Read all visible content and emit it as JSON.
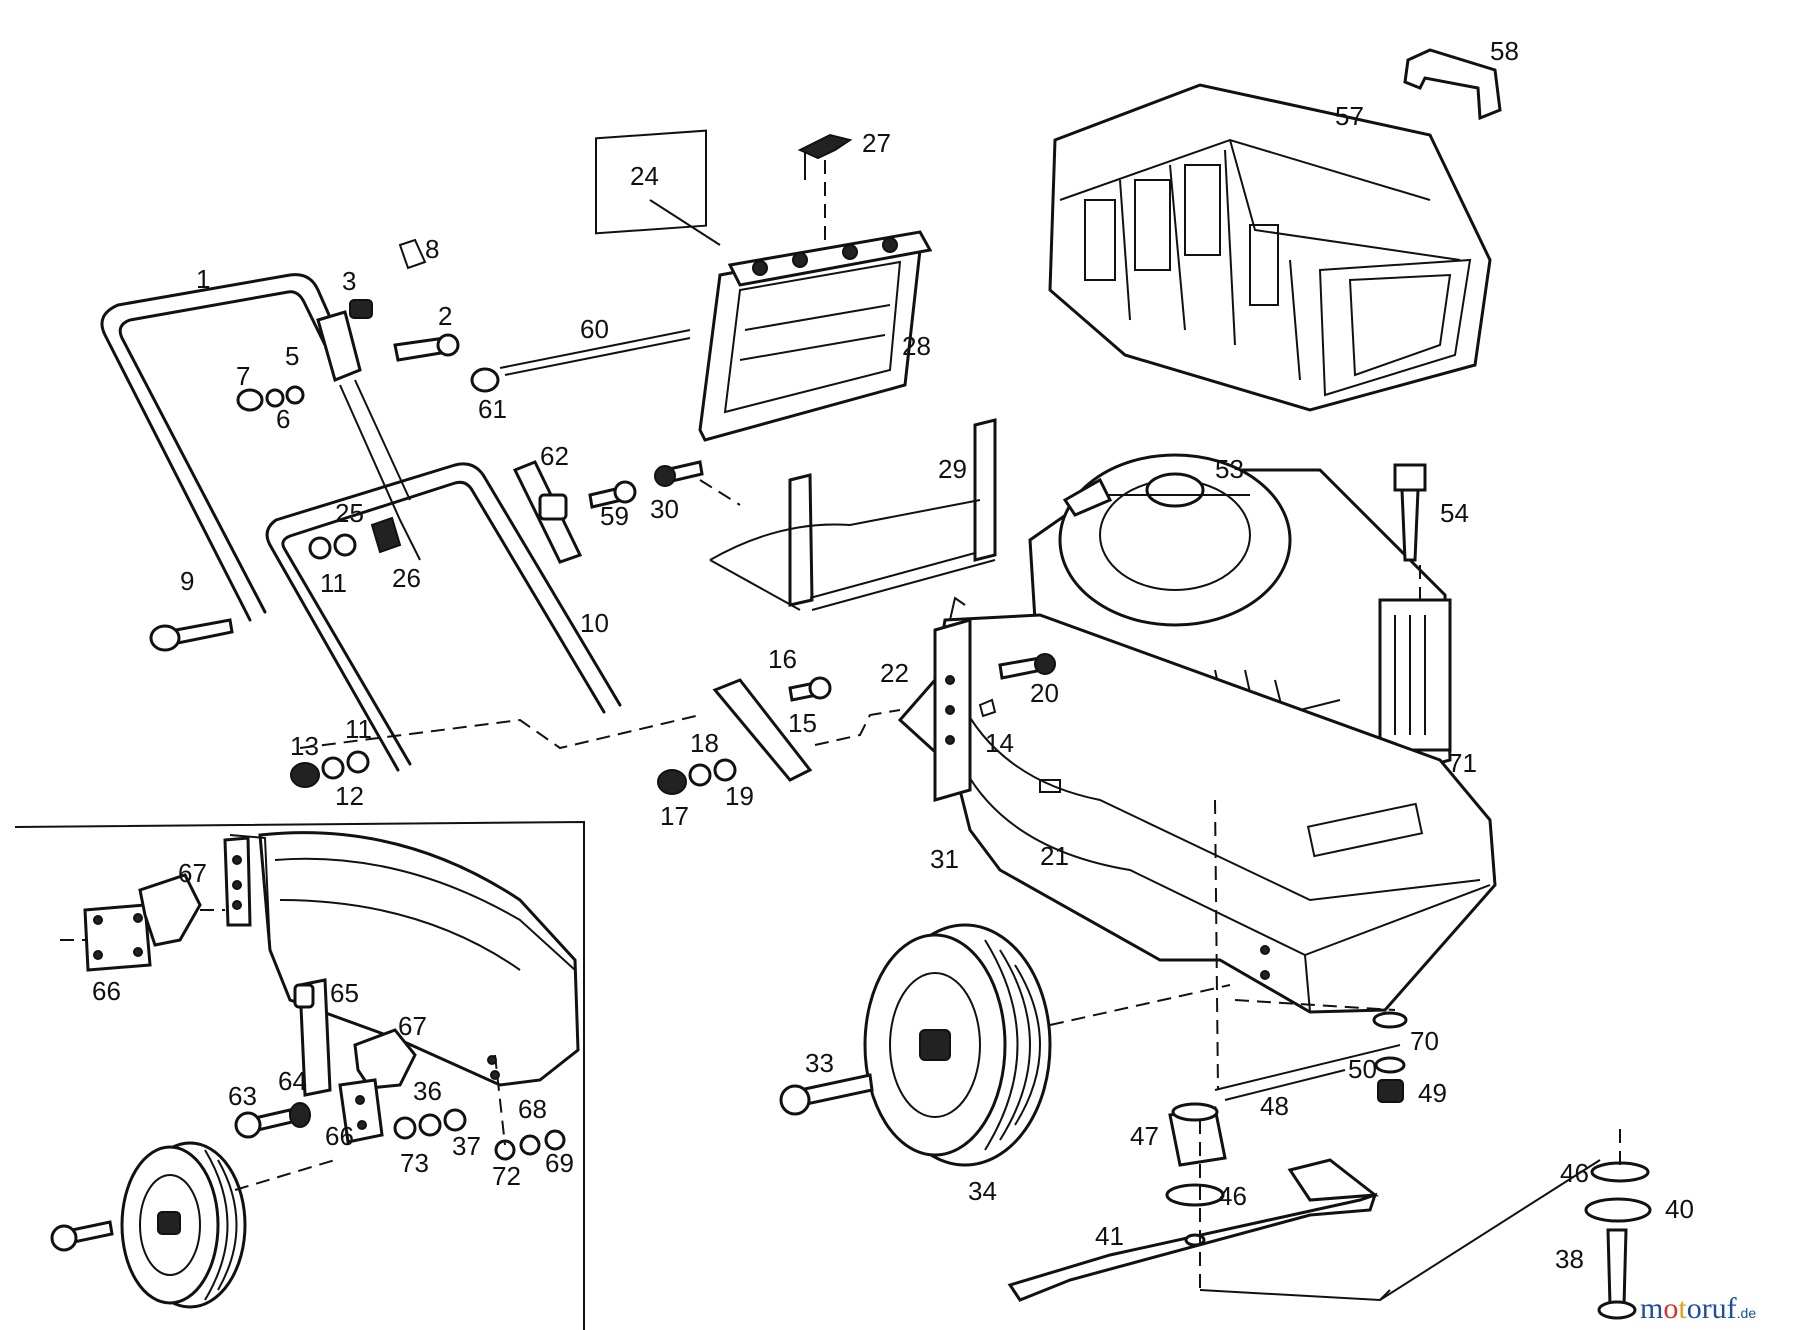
{
  "parts": [
    {
      "id": "p1",
      "label": "1"
    },
    {
      "id": "p2",
      "label": "2"
    },
    {
      "id": "p3",
      "label": "3"
    },
    {
      "id": "p5",
      "label": "5"
    },
    {
      "id": "p6",
      "label": "6"
    },
    {
      "id": "p7",
      "label": "7"
    },
    {
      "id": "p8",
      "label": "8"
    },
    {
      "id": "p9",
      "label": "9"
    },
    {
      "id": "p10",
      "label": "10"
    },
    {
      "id": "p11a",
      "label": "11"
    },
    {
      "id": "p11b",
      "label": "11"
    },
    {
      "id": "p12",
      "label": "12"
    },
    {
      "id": "p13",
      "label": "13"
    },
    {
      "id": "p14",
      "label": "14"
    },
    {
      "id": "p15",
      "label": "15"
    },
    {
      "id": "p16",
      "label": "16"
    },
    {
      "id": "p17",
      "label": "17"
    },
    {
      "id": "p18",
      "label": "18"
    },
    {
      "id": "p19",
      "label": "19"
    },
    {
      "id": "p20",
      "label": "20"
    },
    {
      "id": "p21",
      "label": "21"
    },
    {
      "id": "p22",
      "label": "22"
    },
    {
      "id": "p24",
      "label": "24"
    },
    {
      "id": "p25",
      "label": "25"
    },
    {
      "id": "p26",
      "label": "26"
    },
    {
      "id": "p27",
      "label": "27"
    },
    {
      "id": "p28",
      "label": "28"
    },
    {
      "id": "p29",
      "label": "29"
    },
    {
      "id": "p30",
      "label": "30"
    },
    {
      "id": "p31",
      "label": "31"
    },
    {
      "id": "p33",
      "label": "33"
    },
    {
      "id": "p34",
      "label": "34"
    },
    {
      "id": "p36",
      "label": "36"
    },
    {
      "id": "p37",
      "label": "37"
    },
    {
      "id": "p38",
      "label": "38"
    },
    {
      "id": "p40",
      "label": "40"
    },
    {
      "id": "p41",
      "label": "41"
    },
    {
      "id": "p46a",
      "label": "46"
    },
    {
      "id": "p46b",
      "label": "46"
    },
    {
      "id": "p47",
      "label": "47"
    },
    {
      "id": "p48",
      "label": "48"
    },
    {
      "id": "p49",
      "label": "49"
    },
    {
      "id": "p50",
      "label": "50"
    },
    {
      "id": "p53",
      "label": "53"
    },
    {
      "id": "p54",
      "label": "54"
    },
    {
      "id": "p57",
      "label": "57"
    },
    {
      "id": "p58",
      "label": "58"
    },
    {
      "id": "p59",
      "label": "59"
    },
    {
      "id": "p60",
      "label": "60"
    },
    {
      "id": "p61",
      "label": "61"
    },
    {
      "id": "p62",
      "label": "62"
    },
    {
      "id": "p63",
      "label": "63"
    },
    {
      "id": "p64",
      "label": "64"
    },
    {
      "id": "p65",
      "label": "65"
    },
    {
      "id": "p66a",
      "label": "66"
    },
    {
      "id": "p66b",
      "label": "66"
    },
    {
      "id": "p67a",
      "label": "67"
    },
    {
      "id": "p67b",
      "label": "67"
    },
    {
      "id": "p68",
      "label": "68"
    },
    {
      "id": "p69",
      "label": "69"
    },
    {
      "id": "p70",
      "label": "70"
    },
    {
      "id": "p71",
      "label": "71"
    },
    {
      "id": "p72",
      "label": "72"
    },
    {
      "id": "p73",
      "label": "73"
    }
  ],
  "watermark": {
    "name": "motoruf",
    "suffix": ".de",
    "colors": {
      "m": "#1a4f9c",
      "o": "#d9312b",
      "t": "#e6a11a",
      "rest": "#1a4f9c"
    }
  }
}
